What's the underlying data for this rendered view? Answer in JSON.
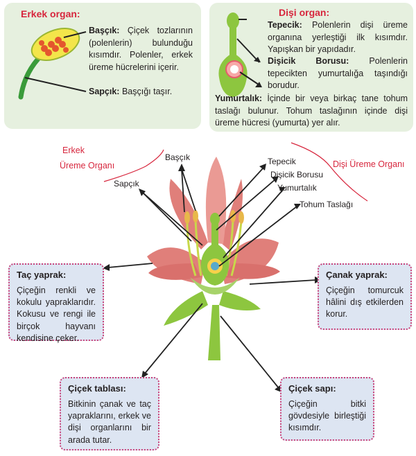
{
  "male_panel": {
    "title": "Erkek organ:",
    "bascik_term": "Başçık:",
    "bascik_text": "Çiçek tozlarının (polenlerin) bulunduğu kısımdır. Polenler, erkek üreme hücrelerini içerir.",
    "sapcik_term": "Sapçık:",
    "sapcik_text": "Başçığı taşır."
  },
  "female_panel": {
    "title": "Dişi organ:",
    "tepecik_term": "Tepecik:",
    "tepecik_text": "Polenlerin dişi üreme organına yerleştiği ilk kısımdır. Yapışkan bir yapıdadır.",
    "borusu_term": "Dişicik Borusu:",
    "borusu_text": "Polenlerin tepecikten yumurtalığa taşındığı borudur.",
    "yumurtalik_term": "Yumurtalık:",
    "yumurtalik_text": "İçinde bir veya birkaç tane tohum taslağı bulunur. Tohum taslağının içinde dişi üreme hücresi (yumurta) yer alır."
  },
  "labels": {
    "erkek_line1": "Erkek",
    "erkek_line2": "Üreme Organı",
    "disi_organ": "Dişi Üreme Organı",
    "bascik": "Başçık",
    "sapcik": "Sapçık",
    "tepecik": "Tepecik",
    "disicik_borusu": "Dişicik Borusu",
    "yumurtalik": "Yumurtalık",
    "tohum_taslagi": "Tohum Taslağı"
  },
  "boxes": {
    "tac_title": "Taç yaprak:",
    "tac_text": "Çiçeğin renkli ve kokulu yapraklarıdır. Kokusu ve rengi ile birçok hayvanı kendisine çeker.",
    "canak_title": "Çanak yaprak:",
    "canak_text": "Çiçeğin tomurcuk hâlini dış etkilerden korur.",
    "tabla_title": "Çiçek tablası:",
    "tabla_text": "Bitkinin çanak ve taç yapraklarını, erkek ve dişi organlarını bir arada tutar.",
    "sap_title": "Çiçek sapı:",
    "sap_text": "Çiçeğin bitki gövdesiyle birleştiği kısımdır."
  },
  "colors": {
    "red": "#d7263d",
    "petal": "#e07f7a",
    "green": "#8dc63f",
    "panel_green": "#e6f0df",
    "box_blue": "#dde5f2"
  }
}
